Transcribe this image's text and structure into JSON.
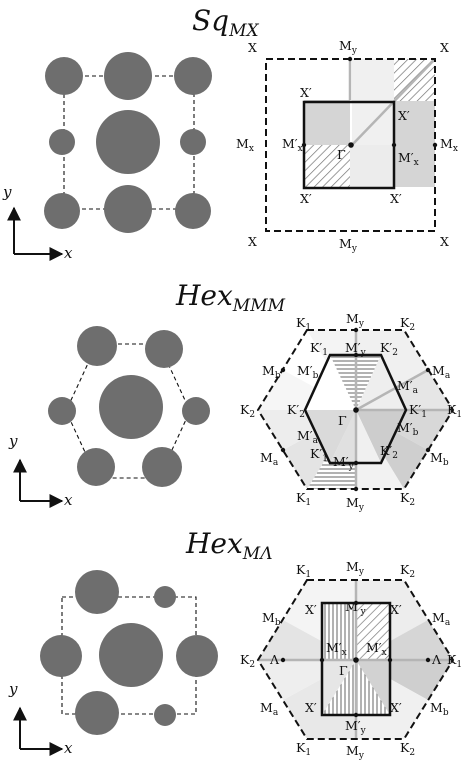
{
  "panels": {
    "square": {
      "title_main": "Sq",
      "title_sub": "MX",
      "outer": {
        "X": "X",
        "My": "M",
        "My_sub": "y",
        "Mx": "M",
        "Mx_sub": "x"
      },
      "inner": {
        "Xp": "X′",
        "Mxp": "M′",
        "Mxp_sub": "x",
        "Gamma": "Γ"
      }
    },
    "hex_mmm": {
      "title_main": "Hex",
      "title_sub": "MMM",
      "outer": {
        "K1": "K",
        "K1_sub": "1",
        "K2": "K",
        "K2_sub": "2",
        "My": "M",
        "My_sub": "y",
        "Ma": "M",
        "Ma_sub": "a",
        "Mb": "M",
        "Mb_sub": "b"
      },
      "inner": {
        "K1p": "K′",
        "K1p_sub": "1",
        "K2p": "K′",
        "K2p_sub": "2",
        "Myp": "M′",
        "Myp_sub": "y",
        "Map": "M′",
        "Map_sub": "a",
        "Mbp": "M′",
        "Mbp_sub": "b",
        "Gamma": "Γ"
      }
    },
    "hex_ml": {
      "title_main": "Hex",
      "title_sub": "MΛ",
      "outer": {
        "K1": "K",
        "K1_sub": "1",
        "K2": "K",
        "K2_sub": "2",
        "My": "M",
        "My_sub": "y",
        "Ma": "M",
        "Ma_sub": "a",
        "Mb": "M",
        "Mb_sub": "b"
      },
      "inner": {
        "Xp": "X′",
        "Myp": "M′",
        "Myp_sub": "y",
        "Mxp": "M′",
        "Mxp_sub": "x",
        "Lambda": "Λ",
        "Gamma": "Γ"
      }
    }
  },
  "axes": {
    "x": "x",
    "y": "y"
  }
}
